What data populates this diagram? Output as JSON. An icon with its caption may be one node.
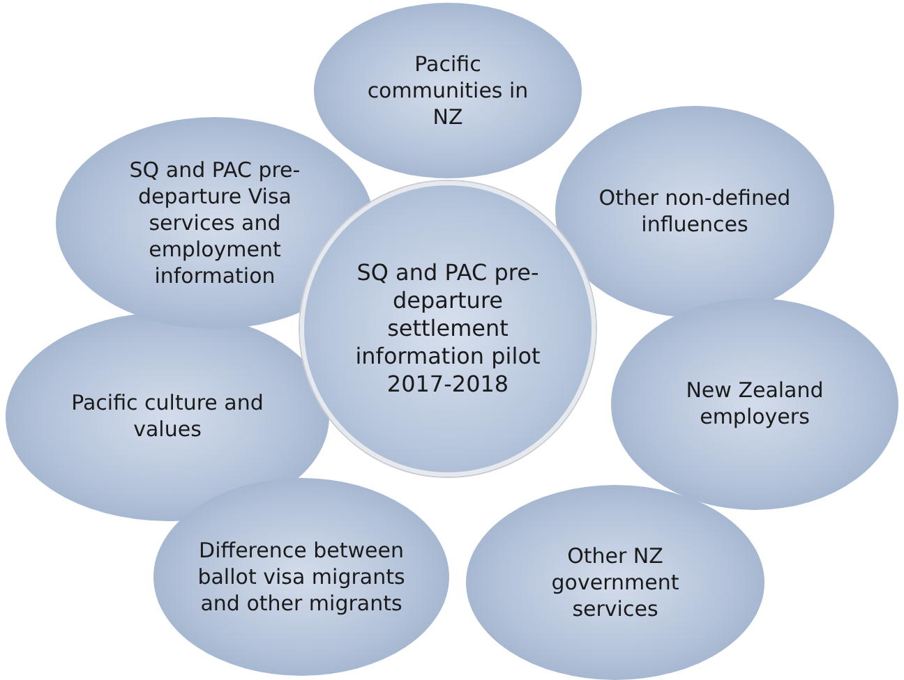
{
  "diagram": {
    "nodes": [
      {
        "text": [
          "Pacific communities in NZ"
        ]
      },
      {
        "text": [
          "SQ and PAC pre-departure Visa services and employment information"
        ]
      },
      {
        "text": [
          "Other non-defined influences"
        ]
      },
      {
        "text": [
          "SQ and PAC pre-departure settlement information pilot 2017-2018"
        ]
      },
      {
        "text": [
          "Pacific culture and values"
        ]
      },
      {
        "text": [
          "New Zealand employers"
        ]
      },
      {
        "text": [
          "Difference between ballot visa migrants and other migrants"
        ]
      },
      {
        "text": [
          "Other NZ government services"
        ]
      }
    ]
  }
}
